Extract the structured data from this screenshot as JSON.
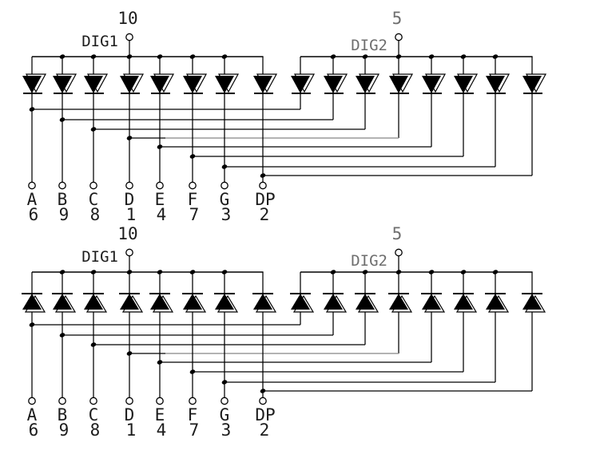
{
  "diagram": {
    "description_labels": {
      "segment_row": [
        "A",
        "B",
        "C",
        "D",
        "E",
        "F",
        "G",
        "DP"
      ],
      "pin_row": [
        "6",
        "9",
        "8",
        "1",
        "4",
        "7",
        "3",
        "2"
      ]
    },
    "colors": {
      "line": "#000000",
      "gray_rail": "#9a9a9a",
      "gray_text": "#6e6e6e",
      "text": "#1c1c1c",
      "background": "#ffffff"
    },
    "schematics": [
      {
        "id": "top",
        "diode_direction": "down",
        "dig1": {
          "label": "DIG1",
          "pin": "10"
        },
        "dig2": {
          "label": "DIG2",
          "pin": "5"
        },
        "terminals": [
          {
            "segment": "A",
            "pin": "6"
          },
          {
            "segment": "B",
            "pin": "9"
          },
          {
            "segment": "C",
            "pin": "8"
          },
          {
            "segment": "D",
            "pin": "1"
          },
          {
            "segment": "E",
            "pin": "4"
          },
          {
            "segment": "F",
            "pin": "7"
          },
          {
            "segment": "G",
            "pin": "3"
          },
          {
            "segment": "DP",
            "pin": "2"
          }
        ]
      },
      {
        "id": "bottom",
        "diode_direction": "up",
        "dig1": {
          "label": "DIG1",
          "pin": "10"
        },
        "dig2": {
          "label": "DIG2",
          "pin": "5"
        },
        "terminals": [
          {
            "segment": "A",
            "pin": "6"
          },
          {
            "segment": "B",
            "pin": "9"
          },
          {
            "segment": "C",
            "pin": "8"
          },
          {
            "segment": "D",
            "pin": "1"
          },
          {
            "segment": "E",
            "pin": "4"
          },
          {
            "segment": "F",
            "pin": "7"
          },
          {
            "segment": "G",
            "pin": "3"
          },
          {
            "segment": "DP",
            "pin": "2"
          }
        ]
      }
    ]
  }
}
